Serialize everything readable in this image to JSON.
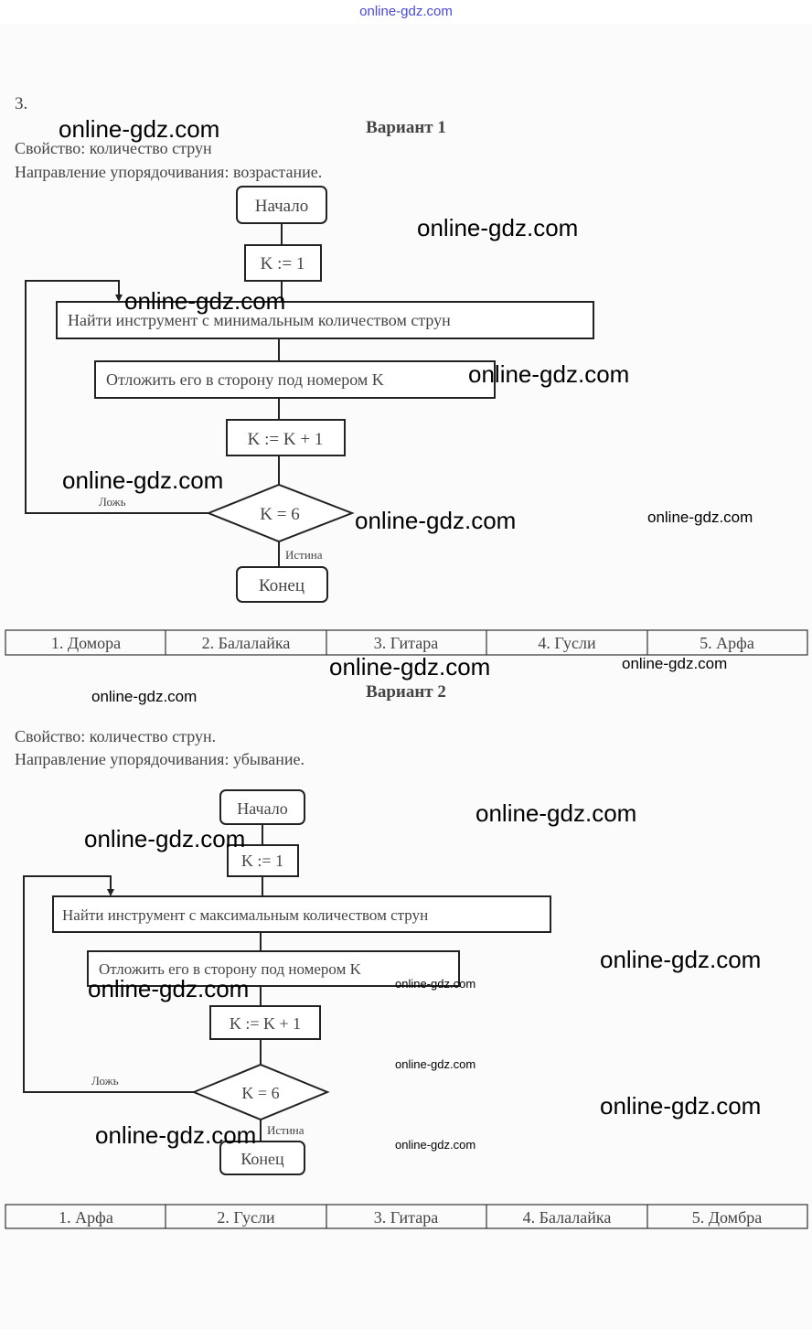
{
  "header": {
    "site": "online-gdz.com"
  },
  "watermark": "online-gdz.com",
  "task_number": "3.",
  "variant1": {
    "title": "Вариант 1",
    "property": "Свойство: количество струн",
    "direction": "Направление упорядочивания: возрастание.",
    "flow": {
      "start": "Начало",
      "init": "K := 1",
      "find": "Найти инструмент с минимальным количеством струн",
      "put": "Отложить его в сторону под номером K",
      "inc": "K := K + 1",
      "cond": "K = 6",
      "false_label": "Ложь",
      "true_label": "Истина",
      "end": "Конец"
    },
    "result": [
      "1. Домора",
      "2. Балалайка",
      "3. Гитара",
      "4. Гусли",
      "5. Арфа"
    ]
  },
  "variant2": {
    "title": "Вариант 2",
    "property": "Свойство: количество струн.",
    "direction": "Направление упорядочивания: убывание.",
    "flow": {
      "start": "Начало",
      "init": "K := 1",
      "find": "Найти инструмент с максимальным количеством струн",
      "put": "Отложить его в сторону под номером K",
      "inc": "K := K + 1",
      "cond": "K = 6",
      "false_label": "Ложь",
      "true_label": "Истина",
      "end": "Конец"
    },
    "result": [
      "1. Арфа",
      "2. Гусли",
      "3. Гитара",
      "4. Балалайка",
      "5. Домбра"
    ]
  }
}
